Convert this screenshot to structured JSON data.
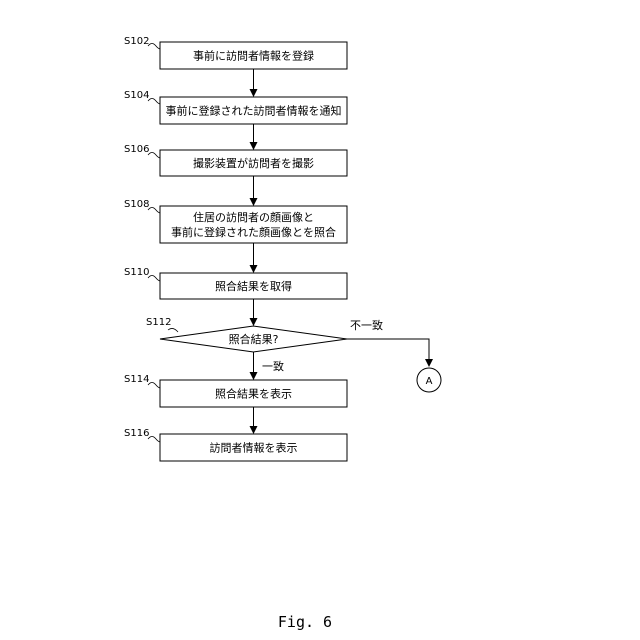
{
  "steps": [
    {
      "id": "S102",
      "lines": [
        "事前に訪問者情報を登録"
      ]
    },
    {
      "id": "S104",
      "lines": [
        "事前に登録された訪問者情報を通知"
      ]
    },
    {
      "id": "S106",
      "lines": [
        "撮影装置が訪問者を撮影"
      ]
    },
    {
      "id": "S108",
      "lines": [
        "住居の訪問者の顔画像と",
        "事前に登録された顔画像とを照合"
      ]
    },
    {
      "id": "S110",
      "lines": [
        "照合結果を取得"
      ]
    },
    {
      "id": "S114",
      "lines": [
        "照合結果を表示"
      ]
    },
    {
      "id": "S116",
      "lines": [
        "訪問者情報を表示"
      ]
    }
  ],
  "decision": {
    "id": "S112",
    "text": "照合結果?",
    "branch_yes": "一致",
    "branch_no": "不一致"
  },
  "connector": {
    "label": "A"
  },
  "figure_caption": "Fig. 6"
}
